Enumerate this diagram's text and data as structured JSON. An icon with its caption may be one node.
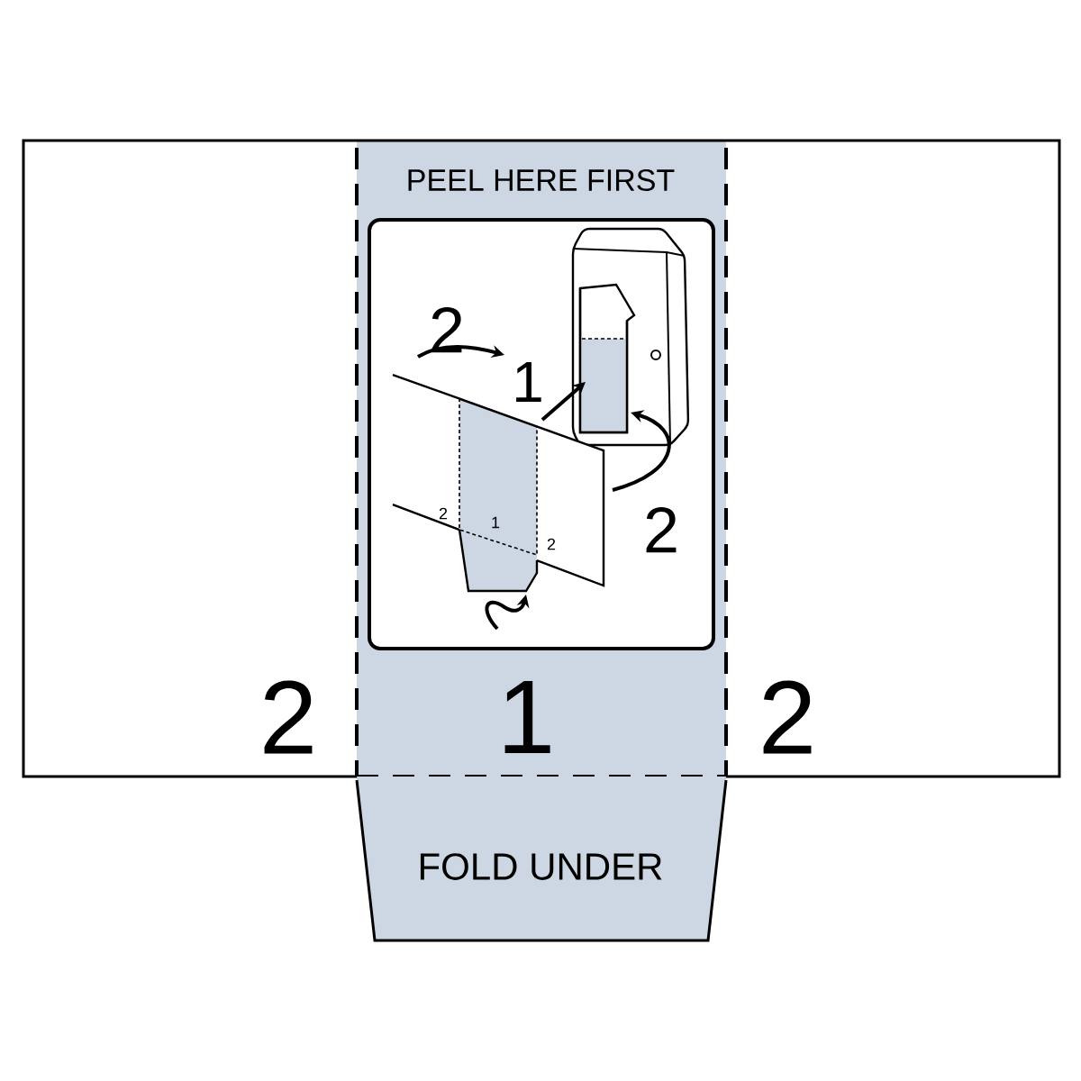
{
  "diagram": {
    "nodes": [
      {
        "text": [
          "2"
        ]
      },
      {
        "text": [
          "PEEL HERE FIRST",
          "1"
        ]
      },
      {
        "text": [
          "2"
        ]
      },
      {
        "text": [
          "FOLD UNDER"
        ]
      },
      {
        "text": [],
        "shape": "box",
        "in": 1
      }
    ],
    "labels": [
      "2",
      "1",
      "2",
      "1",
      "2",
      "2"
    ]
  }
}
